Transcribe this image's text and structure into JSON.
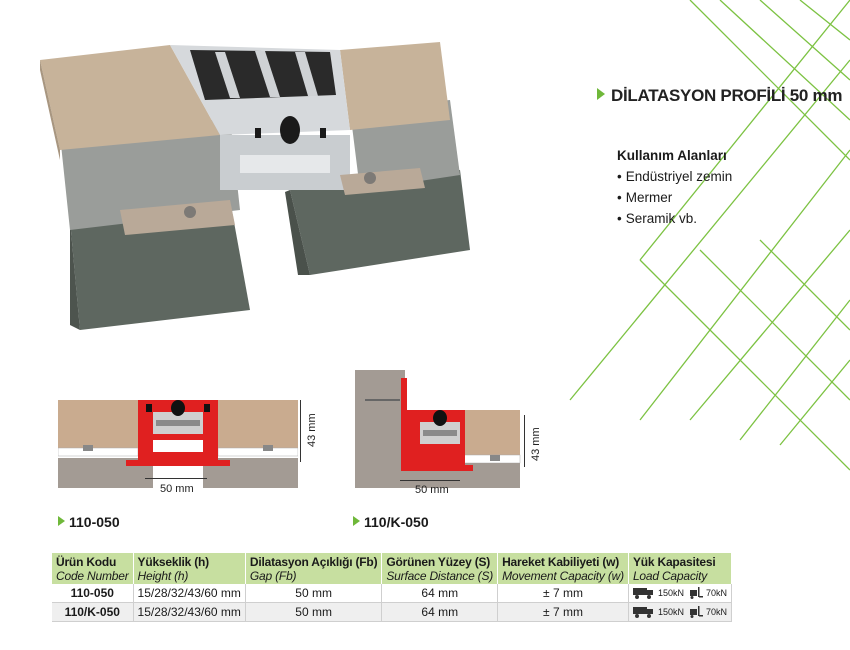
{
  "title": "DİLATASYON PROFİLİ 50 mm",
  "usage": {
    "heading": "Kullanım Alanları",
    "items": [
      "Endüstriyel zemin",
      "Mermer",
      "Seramik vb."
    ]
  },
  "drawings": {
    "left": {
      "code": "110-050",
      "width_label": "50 mm",
      "height_label": "43 mm"
    },
    "right": {
      "code": "110/K-050",
      "width_label": "50 mm",
      "height_label": "43 mm"
    }
  },
  "table": {
    "headers": [
      {
        "tr": "Ürün Kodu",
        "en": "Code Number"
      },
      {
        "tr": "Yükseklik (h)",
        "en": "Height (h)"
      },
      {
        "tr": "Dilatasyon Açıklığı (Fb)",
        "en": "Gap (Fb)"
      },
      {
        "tr": "Görünen Yüzey (S)",
        "en": "Surface Distance (S)"
      },
      {
        "tr": "Hareket Kabiliyeti (w)",
        "en": "Movement Capacity (w)"
      },
      {
        "tr": "Yük Kapasitesi",
        "en": "Load Capacity"
      }
    ],
    "rows": [
      {
        "code": "110-050",
        "height": "15/28/32/43/60 mm",
        "gap": "50 mm",
        "surface": "64 mm",
        "movement": "± 7 mm",
        "load_truck": "150kN",
        "load_forklift": "70kN"
      },
      {
        "code": "110/K-050",
        "height": "15/28/32/43/60 mm",
        "gap": "50 mm",
        "surface": "64 mm",
        "movement": "± 7 mm",
        "load_truck": "150kN",
        "load_forklift": "70kN"
      }
    ]
  },
  "colors": {
    "accent": "#6fb83a",
    "profile_red": "#e02020",
    "header_green": "#c7dfa0"
  }
}
